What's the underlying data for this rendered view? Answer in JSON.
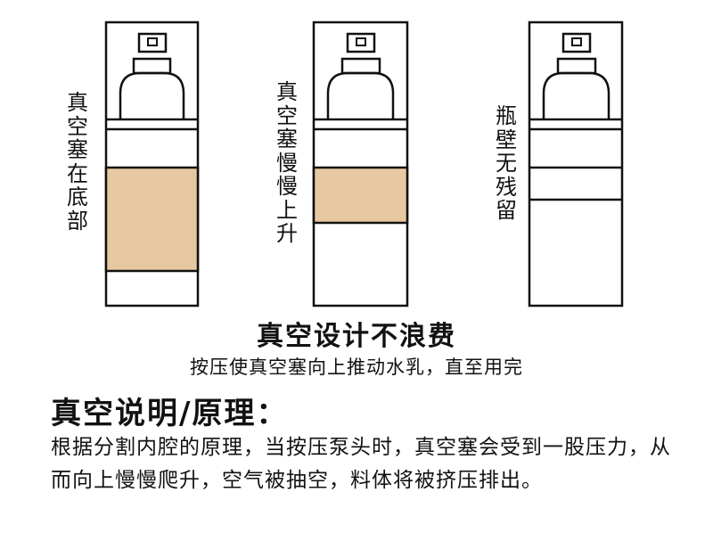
{
  "colors": {
    "fill": "#e8c8a0",
    "stroke": "#111111",
    "background": "#ffffff"
  },
  "diagrams": [
    {
      "label": "真空塞在底部",
      "fill_from": 0.45,
      "fill_to": 0.8
    },
    {
      "label": "真空塞慢慢上升",
      "fill_from": 0.45,
      "fill_to": 0.63
    },
    {
      "label": "瓶壁无残留",
      "fill_from": null,
      "fill_to": null
    }
  ],
  "headline": "真空设计不浪费",
  "subline": "按压使真空塞向上推动水乳，直至用完",
  "section_title": "真空说明/原理：",
  "body": "根据分割内腔的原理，当按压泵头时，真空塞会受到一股压力，从而向上慢慢爬升，空气被抽空，料体将被挤压排出。"
}
